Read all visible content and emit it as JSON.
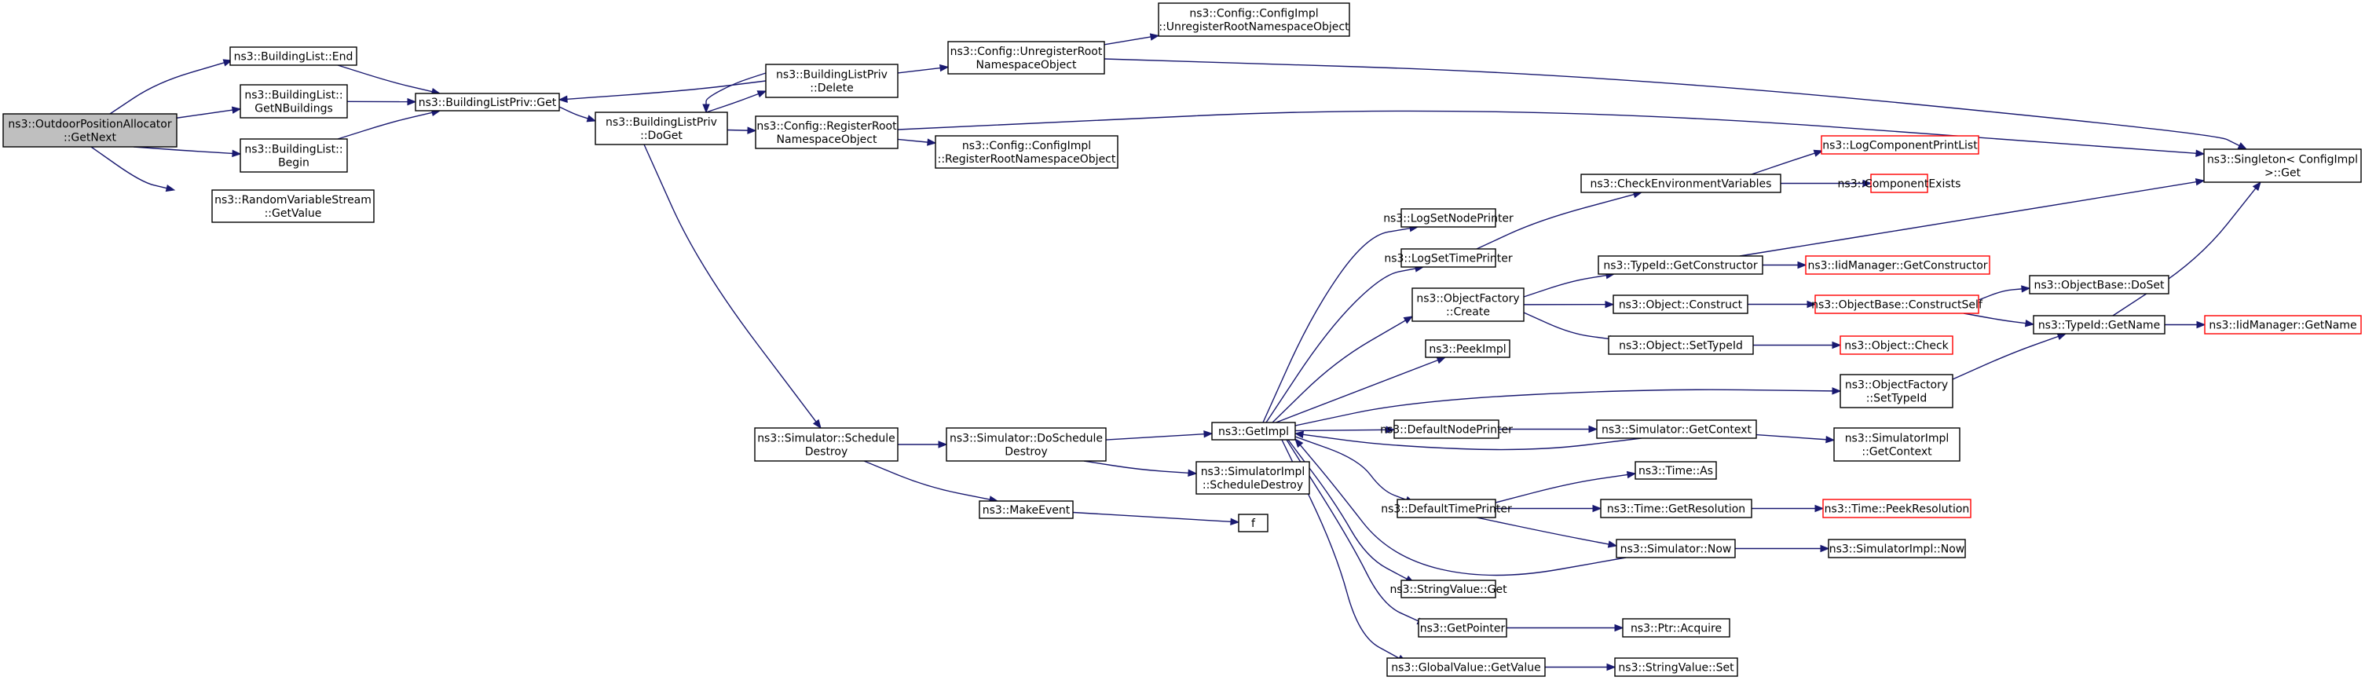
{
  "colors": {
    "edge": "#191970",
    "root_fill": "#bfbfbf",
    "node_border": "#000000",
    "incomplete_border": "#ff0000"
  },
  "nodes": [
    {
      "id": "root",
      "lines": [
        "ns3::OutdoorPositionAllocator",
        "::GetNext"
      ],
      "style": "root"
    },
    {
      "id": "bl_end",
      "lines": [
        "ns3::BuildingList::End"
      ]
    },
    {
      "id": "bl_getn",
      "lines": [
        "ns3::BuildingList::",
        "GetNBuildings"
      ]
    },
    {
      "id": "bl_begin",
      "lines": [
        "ns3::BuildingList::",
        "Begin"
      ]
    },
    {
      "id": "rvs_get",
      "lines": [
        "ns3::RandomVariableStream",
        "::GetValue"
      ]
    },
    {
      "id": "blp_get",
      "lines": [
        "ns3::BuildingListPriv::Get"
      ]
    },
    {
      "id": "blp_doget",
      "lines": [
        "ns3::BuildingListPriv",
        "::DoGet"
      ]
    },
    {
      "id": "blp_delete",
      "lines": [
        "ns3::BuildingListPriv",
        "::Delete"
      ]
    },
    {
      "id": "cfg_unreg",
      "lines": [
        "ns3::Config::UnregisterRoot",
        "NamespaceObject"
      ]
    },
    {
      "id": "cfgimpl_unreg",
      "lines": [
        "ns3::Config::ConfigImpl",
        "::UnregisterRootNamespaceObject"
      ]
    },
    {
      "id": "cfg_reg",
      "lines": [
        "ns3::Config::RegisterRoot",
        "NamespaceObject"
      ]
    },
    {
      "id": "cfgimpl_reg",
      "lines": [
        "ns3::Config::ConfigImpl",
        "::RegisterRootNamespaceObject"
      ]
    },
    {
      "id": "singleton_get",
      "lines": [
        "ns3::Singleton< ConfigImpl",
        ">::Get"
      ]
    },
    {
      "id": "sim_sched",
      "lines": [
        "ns3::Simulator::Schedule",
        "Destroy"
      ]
    },
    {
      "id": "sim_dosched",
      "lines": [
        "ns3::Simulator::DoSchedule",
        "Destroy"
      ]
    },
    {
      "id": "makeevent",
      "lines": [
        "ns3::MakeEvent"
      ]
    },
    {
      "id": "f",
      "lines": [
        "f"
      ]
    },
    {
      "id": "simimpl_sched",
      "lines": [
        "ns3::SimulatorImpl",
        "::ScheduleDestroy"
      ]
    },
    {
      "id": "getimpl",
      "lines": [
        "ns3::GetImpl"
      ]
    },
    {
      "id": "check_env",
      "lines": [
        "ns3::CheckEnvironmentVariables"
      ]
    },
    {
      "id": "logcomp_print",
      "lines": [
        "ns3::LogComponentPrintList"
      ],
      "style": "red"
    },
    {
      "id": "comp_exists",
      "lines": [
        "ns3::ComponentExists"
      ],
      "style": "red"
    },
    {
      "id": "logset_node",
      "lines": [
        "ns3::LogSetNodePrinter"
      ]
    },
    {
      "id": "logset_time",
      "lines": [
        "ns3::LogSetTimePrinter"
      ]
    },
    {
      "id": "of_create",
      "lines": [
        "ns3::ObjectFactory",
        "::Create"
      ]
    },
    {
      "id": "typeid_getctor",
      "lines": [
        "ns3::TypeId::GetConstructor"
      ]
    },
    {
      "id": "iid_getctor",
      "lines": [
        "ns3::IidManager::GetConstructor"
      ],
      "style": "red"
    },
    {
      "id": "obj_construct",
      "lines": [
        "ns3::Object::Construct"
      ]
    },
    {
      "id": "objbase_cself",
      "lines": [
        "ns3::ObjectBase::ConstructSelf"
      ],
      "style": "red"
    },
    {
      "id": "objbase_doset",
      "lines": [
        "ns3::ObjectBase::DoSet"
      ]
    },
    {
      "id": "typeid_getname",
      "lines": [
        "ns3::TypeId::GetName"
      ]
    },
    {
      "id": "iid_getname",
      "lines": [
        "ns3::IidManager::GetName"
      ],
      "style": "red"
    },
    {
      "id": "obj_settypeid",
      "lines": [
        "ns3::Object::SetTypeId"
      ]
    },
    {
      "id": "obj_check",
      "lines": [
        "ns3::Object::Check"
      ],
      "style": "red"
    },
    {
      "id": "peekimpl",
      "lines": [
        "ns3::PeekImpl"
      ]
    },
    {
      "id": "of_settypeid",
      "lines": [
        "ns3::ObjectFactory",
        "::SetTypeId"
      ]
    },
    {
      "id": "default_node",
      "lines": [
        "ns3::DefaultNodePrinter"
      ]
    },
    {
      "id": "sim_getctx",
      "lines": [
        "ns3::Simulator::GetContext"
      ]
    },
    {
      "id": "simimpl_getctx",
      "lines": [
        "ns3::SimulatorImpl",
        "::GetContext"
      ]
    },
    {
      "id": "default_time",
      "lines": [
        "ns3::DefaultTimePrinter"
      ]
    },
    {
      "id": "time_as",
      "lines": [
        "ns3::Time::As"
      ]
    },
    {
      "id": "time_getres",
      "lines": [
        "ns3::Time::GetResolution"
      ]
    },
    {
      "id": "time_peekres",
      "lines": [
        "ns3::Time::PeekResolution"
      ],
      "style": "red"
    },
    {
      "id": "sim_now",
      "lines": [
        "ns3::Simulator::Now"
      ]
    },
    {
      "id": "simimpl_now",
      "lines": [
        "ns3::SimulatorImpl::Now"
      ]
    },
    {
      "id": "strval_get",
      "lines": [
        "ns3::StringValue::Get"
      ]
    },
    {
      "id": "getpointer",
      "lines": [
        "ns3::GetPointer"
      ]
    },
    {
      "id": "ptr_acquire",
      "lines": [
        "ns3::Ptr::Acquire"
      ]
    },
    {
      "id": "gv_getvalue",
      "lines": [
        "ns3::GlobalValue::GetValue"
      ]
    },
    {
      "id": "strval_set",
      "lines": [
        "ns3::StringValue::Set"
      ]
    }
  ],
  "edges": [
    [
      "root",
      "bl_end"
    ],
    [
      "root",
      "bl_getn"
    ],
    [
      "root",
      "bl_begin"
    ],
    [
      "root",
      "rvs_get"
    ],
    [
      "bl_end",
      "blp_get"
    ],
    [
      "bl_getn",
      "blp_get"
    ],
    [
      "bl_begin",
      "blp_get"
    ],
    [
      "blp_get",
      "blp_doget"
    ],
    [
      "blp_delete",
      "blp_get"
    ],
    [
      "blp_doget",
      "blp_delete"
    ],
    [
      "blp_delete",
      "blp_doget"
    ],
    [
      "blp_delete",
      "cfg_unreg"
    ],
    [
      "cfg_unreg",
      "cfgimpl_unreg"
    ],
    [
      "cfg_unreg",
      "singleton_get"
    ],
    [
      "blp_doget",
      "cfg_reg"
    ],
    [
      "cfg_reg",
      "cfgimpl_reg"
    ],
    [
      "cfg_reg",
      "singleton_get"
    ],
    [
      "blp_doget",
      "sim_sched"
    ],
    [
      "sim_sched",
      "sim_dosched"
    ],
    [
      "sim_sched",
      "makeevent"
    ],
    [
      "makeevent",
      "f"
    ],
    [
      "sim_dosched",
      "getimpl"
    ],
    [
      "sim_dosched",
      "simimpl_sched"
    ],
    [
      "getimpl",
      "logset_node"
    ],
    [
      "getimpl",
      "logset_time"
    ],
    [
      "getimpl",
      "of_create"
    ],
    [
      "getimpl",
      "peekimpl"
    ],
    [
      "getimpl",
      "of_settypeid"
    ],
    [
      "getimpl",
      "default_node"
    ],
    [
      "getimpl",
      "default_time"
    ],
    [
      "getimpl",
      "strval_get"
    ],
    [
      "getimpl",
      "getpointer"
    ],
    [
      "getimpl",
      "gv_getvalue"
    ],
    [
      "sim_getctx",
      "getimpl"
    ],
    [
      "sim_now",
      "getimpl"
    ],
    [
      "logset_time",
      "check_env"
    ],
    [
      "check_env",
      "logcomp_print"
    ],
    [
      "check_env",
      "comp_exists"
    ],
    [
      "of_create",
      "typeid_getctor"
    ],
    [
      "of_create",
      "obj_construct"
    ],
    [
      "of_create",
      "obj_settypeid"
    ],
    [
      "typeid_getctor",
      "iid_getctor"
    ],
    [
      "typeid_getctor",
      "singleton_get"
    ],
    [
      "obj_construct",
      "objbase_cself"
    ],
    [
      "objbase_cself",
      "objbase_doset"
    ],
    [
      "objbase_cself",
      "typeid_getname"
    ],
    [
      "typeid_getname",
      "iid_getname"
    ],
    [
      "typeid_getname",
      "singleton_get"
    ],
    [
      "obj_settypeid",
      "obj_check"
    ],
    [
      "of_settypeid",
      "typeid_getname"
    ],
    [
      "default_node",
      "sim_getctx"
    ],
    [
      "sim_getctx",
      "simimpl_getctx"
    ],
    [
      "default_time",
      "time_as"
    ],
    [
      "default_time",
      "time_getres"
    ],
    [
      "default_time",
      "sim_now"
    ],
    [
      "time_getres",
      "time_peekres"
    ],
    [
      "sim_now",
      "simimpl_now"
    ],
    [
      "getpointer",
      "ptr_acquire"
    ],
    [
      "gv_getvalue",
      "strval_set"
    ]
  ]
}
